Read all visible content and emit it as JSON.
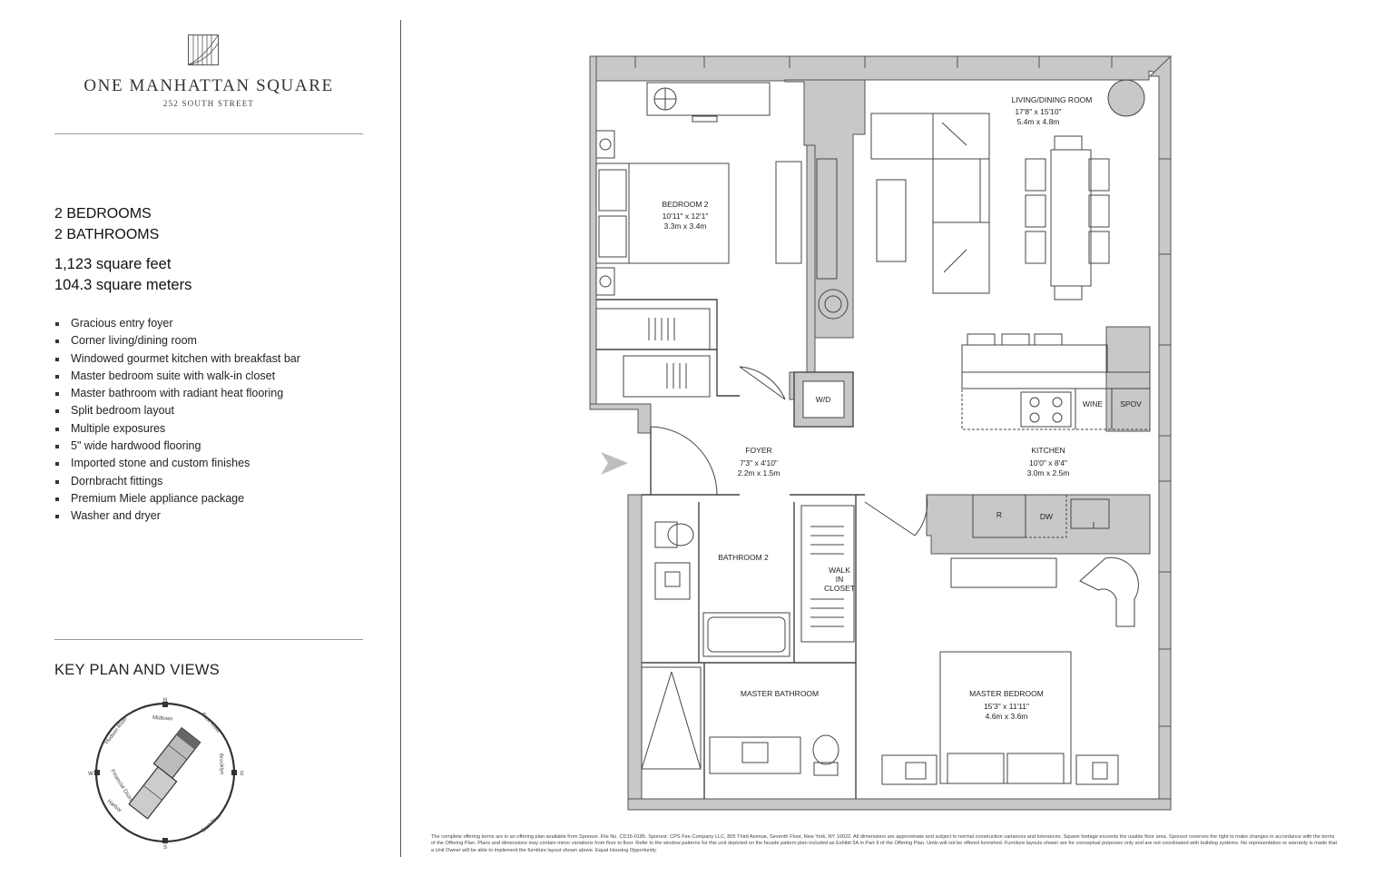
{
  "brand": {
    "name": "ONE MANHATTAN SQUARE",
    "address": "252 SOUTH STREET"
  },
  "unit": {
    "bedrooms": "2 BEDROOMS",
    "bathrooms": "2 BATHROOMS",
    "area_sqft": "1,123 square feet",
    "area_sqm": "104.3 square meters"
  },
  "features": [
    "Gracious entry foyer",
    "Corner living/dining room",
    "Windowed gourmet kitchen with breakfast bar",
    "Master bedroom suite with walk-in closet",
    "Master bathroom with radiant heat flooring",
    "Split bedroom layout",
    "Multiple exposures",
    "5\" wide hardwood flooring",
    "Imported stone and custom finishes",
    "Dornbracht fittings",
    "Premium Miele appliance package",
    "Washer and dryer"
  ],
  "keyplan": {
    "title": "KEY PLAN AND VIEWS",
    "directions": {
      "n": "N",
      "s": "S",
      "e": "E",
      "w": "W"
    },
    "views": {
      "hudson_river": "Hudson River",
      "midtown": "Midtown",
      "east_river_top": "East River",
      "brooklyn": "Brooklyn",
      "east_river_bottom": "East River",
      "harbor": "Harbor",
      "financial_district": "Financial District"
    }
  },
  "rooms": {
    "living": {
      "name": "LIVING/DINING ROOM",
      "dim_imperial": "17'8\" x 15'10\"",
      "dim_metric": "5.4m x 4.8m"
    },
    "bedroom2": {
      "name": "BEDROOM 2",
      "dim_imperial": "10'11\" x 12'1\"",
      "dim_metric": "3.3m x 3.4m"
    },
    "foyer": {
      "name": "FOYER",
      "dim_imperial": "7'3\" x 4'10\"",
      "dim_metric": "2.2m x 1.5m"
    },
    "kitchen": {
      "name": "KITCHEN",
      "dim_imperial": "10'0\" x 8'4\"",
      "dim_metric": "3.0m x 2.5m"
    },
    "bathroom2": {
      "name": "BATHROOM 2"
    },
    "walk_in_closet": {
      "line1": "WALK",
      "line2": "IN",
      "line3": "CLOSET"
    },
    "master_bathroom": {
      "name": "MASTER BATHROOM"
    },
    "master_bedroom": {
      "name": "MASTER BEDROOM",
      "dim_imperial": "15'3\" x 11'11\"",
      "dim_metric": "4.6m x 3.6m"
    }
  },
  "fixtures": {
    "wd": "W/D",
    "wine": "WINE",
    "spov": "SPOV",
    "refrigerator": "R",
    "dishwasher": "DW"
  },
  "colors": {
    "wall": "#c8c8c8",
    "wall_stroke": "#555555",
    "line": "#444444",
    "entry_arrow": "#bdbdbd"
  },
  "disclaimer": "The complete offering terms are in an offering plan available from Sponsor. File No. CD15-0185. Sponsor: CPS Fee Company LLC, 805 Third Avenue, Seventh Floor, New York, NY 10022. All dimensions are approximate and subject to normal construction variances and tolerances. Square footage exceeds the usable floor area. Sponsor reserves the right to make changes in accordance with the terms of the Offering Plan. Plans and dimensions may contain minor variations from floor to floor. Refer to the window patterns for this unit depicted on the facade pattern plan included as Exhibit 5A in Part II of the Offering Plan. Units will not be offered furnished. Furniture layouts shown are for conceptual purposes only and are not coordinated with building systems. No representation or warranty is made that a Unit Owner will be able to implement the furniture layout shown above. Equal Housing Opportunity."
}
